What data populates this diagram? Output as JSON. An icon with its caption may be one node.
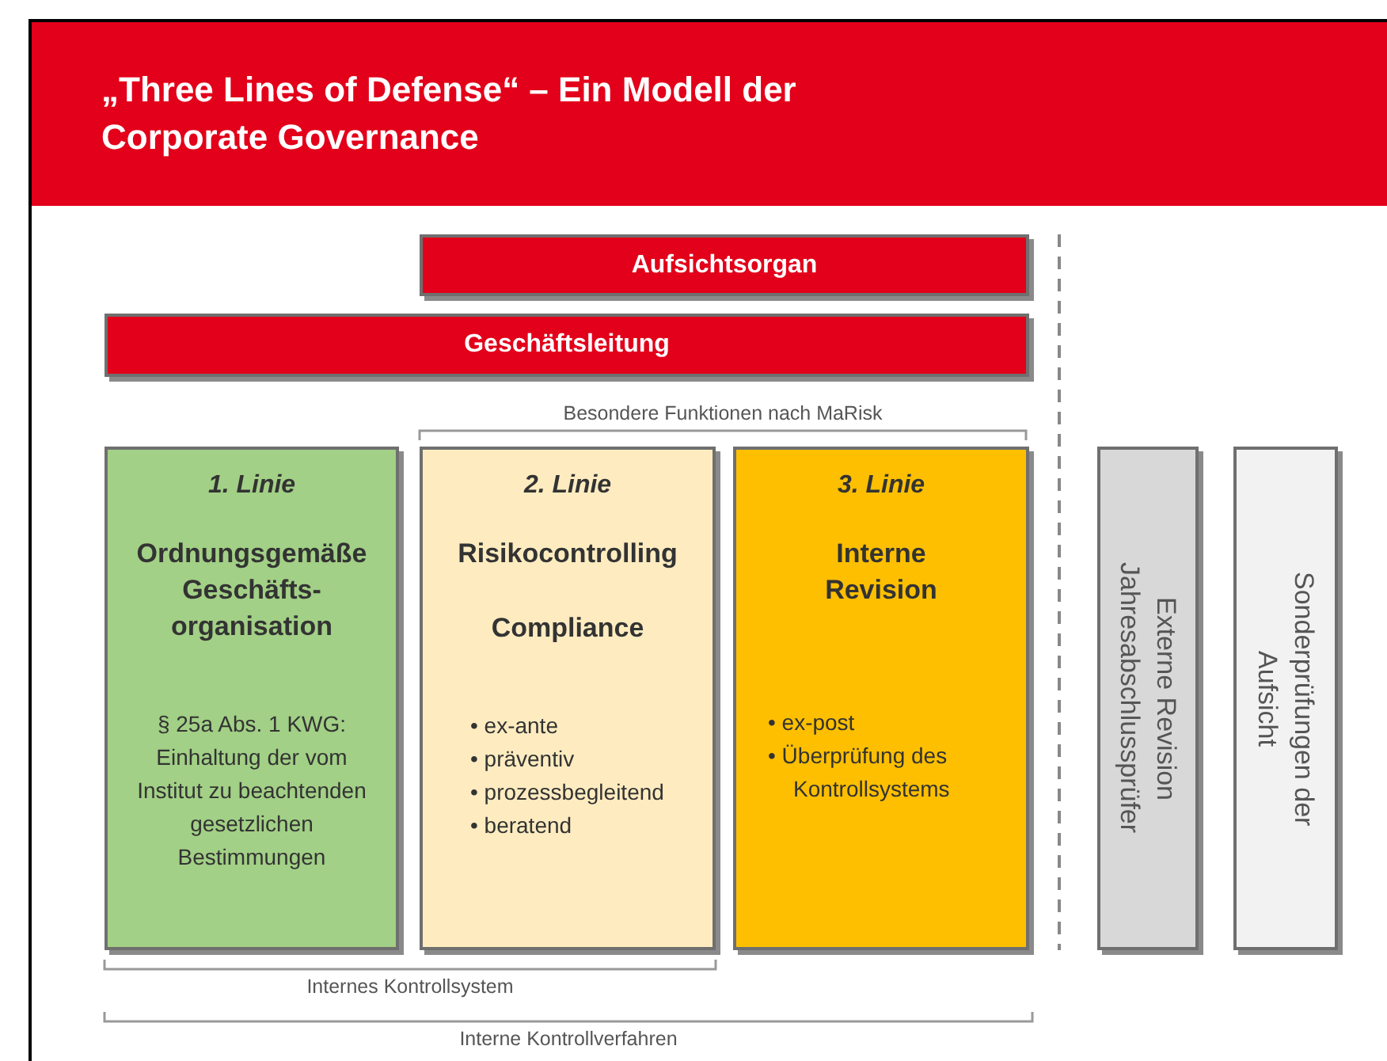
{
  "diagram": {
    "title": "„Three Lines of Defense“ – Ein Modell der Corporate Governance",
    "nodes": [
      {
        "text": [
          "Aufsichtsorgan"
        ]
      },
      {
        "text": [
          "Geschäftsleitung"
        ]
      },
      {
        "text": [
          "1. Linie",
          "Ordnungsgemäße Geschäfts- organisation",
          "§ 25a Abs. 1 KWG: Einhaltung der vom Institut zu beachtenden gesetzlichen Bestimmungen"
        ]
      },
      {
        "text": [
          "2. Linie",
          "Risikocontrolling",
          "Compliance",
          "• ex-ante",
          "• präventiv",
          "• prozessbegleitend",
          "• beratend"
        ]
      },
      {
        "text": [
          "3. Linie",
          "Interne Revision",
          "• ex-post",
          "• Überprüfung des Kontrollsystems"
        ]
      },
      {
        "text": [
          "Externe Revision",
          "Jahresabschlussprüfer"
        ]
      },
      {
        "text": [
          "Sonderprüfungen der Aufsicht"
        ]
      }
    ],
    "labels": [
      "Besondere Funktionen nach MaRisk",
      "Internes Kontrollsystem",
      "Interne Kontrollverfahren"
    ]
  }
}
